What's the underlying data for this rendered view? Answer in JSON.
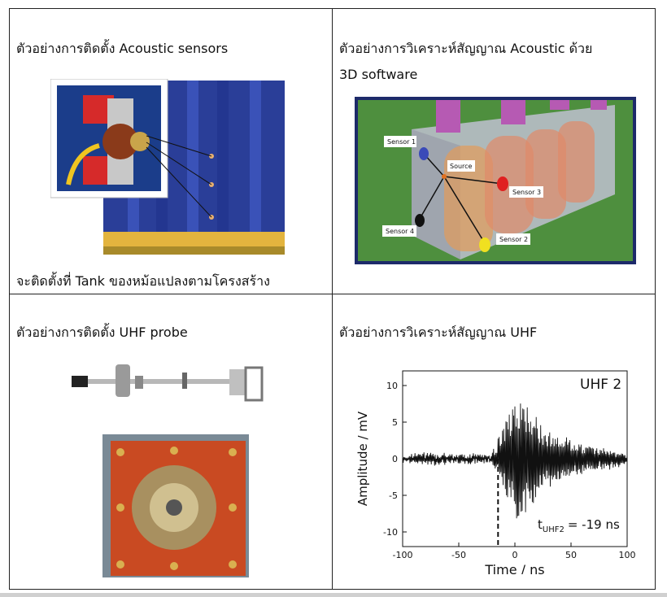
{
  "cells": {
    "acoustic_install": {
      "title": "ตัวอย่างการติดตั้ง Acoustic sensors",
      "caption": "จะติดตั้งที่ Tank ของหม้อแปลงตามโครงสร้าง"
    },
    "acoustic_analysis": {
      "title_line1": "ตัวอย่างการวิเคราะห์สัญญาณ Acoustic ด้วย",
      "title_line2": "3D software",
      "labels": {
        "sensor1": "Sensor 1",
        "sensor2": "Sensor 2",
        "sensor3": "Sensor 3",
        "sensor4": "Sensor 4",
        "source": "Source"
      }
    },
    "uhf_install": {
      "title": "ตัวอย่างการติดตั้ง UHF probe"
    },
    "uhf_analysis": {
      "title": "ตัวอย่างการวิเคราะห์สัญญาณ UHF"
    }
  },
  "chart_data": {
    "type": "line",
    "title": "UHF 2",
    "xlabel": "Time / ns",
    "ylabel": "Amplitude / mV",
    "xlim": [
      -100,
      100
    ],
    "ylim": [
      -12,
      12
    ],
    "x_ticks": [
      "-100",
      "-50",
      "0",
      "50",
      "100"
    ],
    "y_ticks": [
      "10",
      "5",
      "0",
      "-5",
      "-10"
    ],
    "grid": false,
    "annotation": {
      "t_label": "t",
      "t_subscript": "UHF2",
      "value_text": "= -19 ns",
      "marker_x": -15
    },
    "series": [
      {
        "x": [
          -100,
          -90,
          -80,
          -70,
          -60,
          -50,
          -40,
          -30,
          -20,
          -15,
          -12,
          -10,
          -8,
          -5,
          -2,
          0,
          2,
          4,
          6,
          8,
          10,
          12,
          15,
          18,
          20,
          25,
          30,
          35,
          40,
          45,
          50,
          55,
          60,
          65,
          70,
          75,
          80,
          85,
          90,
          95,
          100
        ],
        "values": [
          0.5,
          -0.5,
          0.8,
          -0.6,
          0.7,
          -0.5,
          0.6,
          -0.4,
          0.5,
          -1.5,
          3.5,
          -4.5,
          5.0,
          -6.5,
          7.5,
          -8.5,
          9.0,
          -8.0,
          8.5,
          -9.0,
          7.5,
          -7.0,
          6.0,
          -6.5,
          5.0,
          -4.0,
          4.0,
          -3.5,
          3.0,
          -3.0,
          2.5,
          -2.5,
          2.0,
          -2.0,
          1.8,
          -1.5,
          1.5,
          -1.2,
          1.0,
          -0.8,
          0.5
        ]
      }
    ]
  }
}
